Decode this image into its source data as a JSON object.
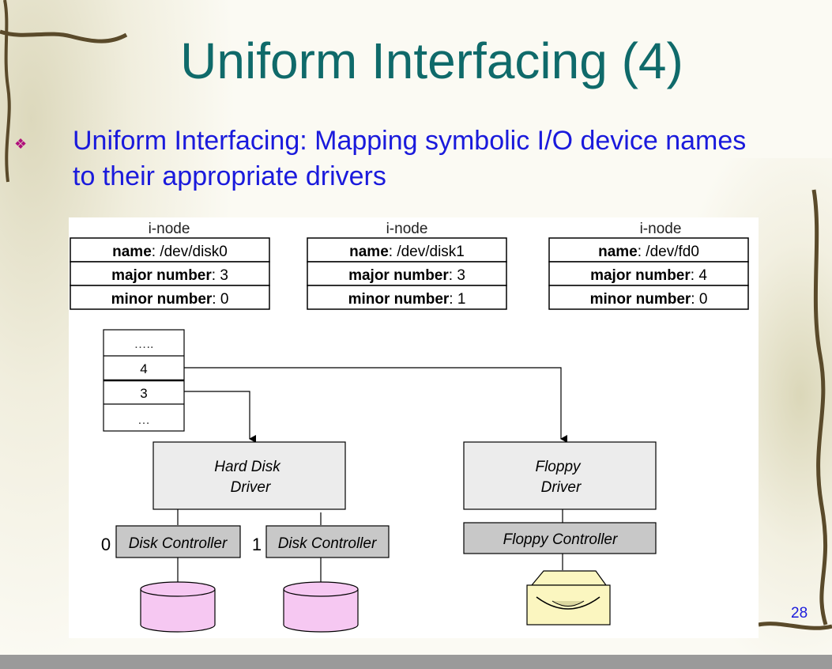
{
  "slide": {
    "title": "Uniform Interfacing (4)",
    "bullet": "Uniform Interfacing: Mapping symbolic I/O device names to their appropriate drivers",
    "page_number": "28"
  },
  "inodes": [
    {
      "header": "i-node",
      "name_key": "name",
      "name_value": ": /dev/disk0",
      "major_key": "major number",
      "major_value": ": 3",
      "minor_key": "minor number",
      "minor_value": ": 0"
    },
    {
      "header": "i-node",
      "name_key": "name",
      "name_value": ": /dev/disk1",
      "major_key": "major number",
      "major_value": ": 3",
      "minor_key": "minor number",
      "minor_value": ": 1"
    },
    {
      "header": "i-node",
      "name_key": "name",
      "name_value": ": /dev/fd0",
      "major_key": "major number",
      "major_value": ": 4",
      "minor_key": "minor number",
      "minor_value": ": 0"
    }
  ],
  "table": {
    "rows": [
      "…..",
      "4",
      "3",
      "…"
    ]
  },
  "drivers": {
    "hard_disk": {
      "line1": "Hard Disk",
      "line2": "Driver"
    },
    "floppy": {
      "line1": "Floppy",
      "line2": "Driver"
    }
  },
  "controllers": {
    "disk0": {
      "index": "0",
      "label": "Disk Controller"
    },
    "disk1": {
      "index": "1",
      "label": "Disk Controller"
    },
    "floppy": {
      "label": "Floppy Controller"
    }
  },
  "colors": {
    "title": "#0f6a6a",
    "bullet_text": "#1a1adc",
    "bullet_icon": "#b0107c",
    "driver_fill": "#ececec",
    "controller_fill": "#c8c8c8",
    "disk_fill": "#f6c8f2",
    "floppy_fill": "#fbf6c0"
  }
}
